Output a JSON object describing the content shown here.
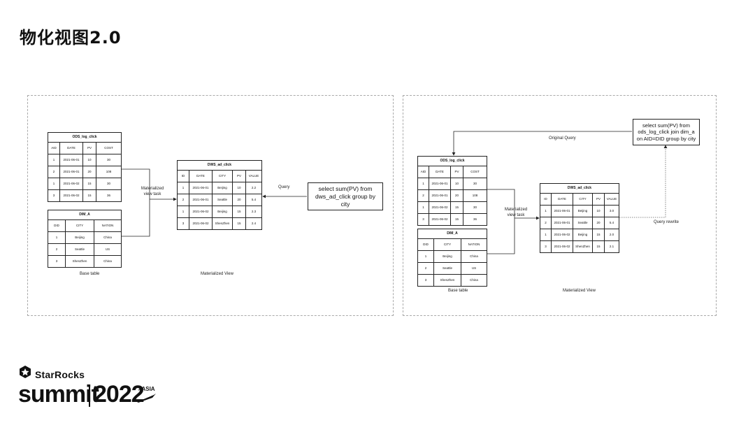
{
  "page": {
    "title": "物化视图2.0"
  },
  "left": {
    "ods": {
      "name": "ODS_log_click",
      "headers": [
        "AID",
        "DATE",
        "PV",
        "COST"
      ],
      "rows": [
        [
          "1",
          "2021-06-01",
          "10",
          "30"
        ],
        [
          "2",
          "2021-06-01",
          "20",
          "108"
        ],
        [
          "1",
          "2021-06-02",
          "15",
          "30"
        ],
        [
          "3",
          "2021-06-02",
          "15",
          "36"
        ]
      ]
    },
    "dim": {
      "name": "DIM_A",
      "headers": [
        "DID",
        "CITY",
        "NATION"
      ],
      "rows": [
        [
          "1",
          "Beijing",
          "China"
        ],
        [
          "2",
          "Seattle",
          "US"
        ],
        [
          "3",
          "ShenZhen",
          "China"
        ]
      ]
    },
    "dws": {
      "name": "DWS_ad_click",
      "headers": [
        "ID",
        "DATE",
        "CITY",
        "PV",
        "VALUE"
      ],
      "rows": [
        [
          "1",
          "2021-06-01",
          "Beijing",
          "10",
          "2.2"
        ],
        [
          "2",
          "2021-06-01",
          "Seattle",
          "20",
          "5.4"
        ],
        [
          "1",
          "2021-06-02",
          "Beijing",
          "15",
          "2.3"
        ],
        [
          "3",
          "2021-06-02",
          "ShenZhen",
          "15",
          "2.4"
        ]
      ]
    },
    "mv_task_label": "Materialized view task",
    "query_label": "Query",
    "query_text": "select sum(PV) from dws_ad_click group by city",
    "base_caption": "Base table",
    "mv_caption": "Materialized View"
  },
  "right": {
    "ods": {
      "name": "ODS_log_click",
      "headers": [
        "AID",
        "DATE",
        "PV",
        "COST"
      ],
      "rows": [
        [
          "1",
          "2021-06-01",
          "10",
          "30"
        ],
        [
          "2",
          "2021-06-01",
          "20",
          "108"
        ],
        [
          "1",
          "2021-06-02",
          "15",
          "30"
        ],
        [
          "3",
          "2021-06-02",
          "15",
          "36"
        ]
      ]
    },
    "dim": {
      "name": "DIM_A",
      "headers": [
        "DID",
        "CITY",
        "NATION"
      ],
      "rows": [
        [
          "1",
          "Beijing",
          "China"
        ],
        [
          "2",
          "Seattle",
          "US"
        ],
        [
          "3",
          "ShenZhen",
          "China"
        ]
      ]
    },
    "dws": {
      "name": "DWS_ad_click",
      "headers": [
        "ID",
        "DATE",
        "CITY",
        "PV",
        "VALUE"
      ],
      "rows": [
        [
          "1",
          "2021-06-01",
          "Beijing",
          "10",
          "3.0"
        ],
        [
          "2",
          "2021-06-01",
          "Seattle",
          "20",
          "5.4"
        ],
        [
          "1",
          "2021-06-02",
          "Beijing",
          "15",
          "2.0"
        ],
        [
          "3",
          "2021-06-02",
          "ShenZhen",
          "15",
          "2.1"
        ]
      ]
    },
    "mv_task_label": "Materialized view task",
    "original_query_label": "Original Query",
    "query_rewrite_label": "Query rewrite",
    "query_text": "select sum(PV) from ods_log_click join dim_a on AID=DID group by city",
    "base_caption": "Base table",
    "mv_caption": "Materialized View"
  },
  "footer": {
    "brand": "StarRocks",
    "summit": "summit",
    "year": "2022",
    "tag": "#ASIA"
  }
}
